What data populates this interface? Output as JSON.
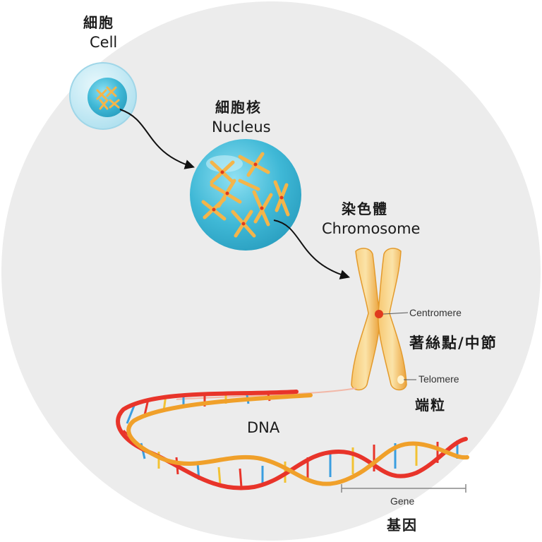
{
  "labels": {
    "cell_zh": "細胞",
    "cell_en": "Cell",
    "nucleus_zh": "細胞核",
    "nucleus_en": "Nucleus",
    "chromosome_zh": "染色體",
    "chromosome_en": "Chromosome",
    "centromere_en": "Centromere",
    "centromere_zh": "著絲點/中節",
    "telomere_en": "Telomere",
    "telomere_zh": "端粒",
    "dna_en": "DNA",
    "gene_en": "Gene",
    "gene_zh": "基因"
  },
  "colors": {
    "background_circle": "#ececec",
    "cell_membrane": "#bfe8f4",
    "nucleus": "#3fb8d6",
    "chromosome": "#f4b54a",
    "centromere": "#e03a1e",
    "dna_backbone_a": "#f0a02a",
    "dna_backbone_b": "#e8342a",
    "base_pair_blue": "#3a9ee0",
    "base_pair_red": "#e8342a",
    "base_pair_yellow": "#f2c233"
  }
}
